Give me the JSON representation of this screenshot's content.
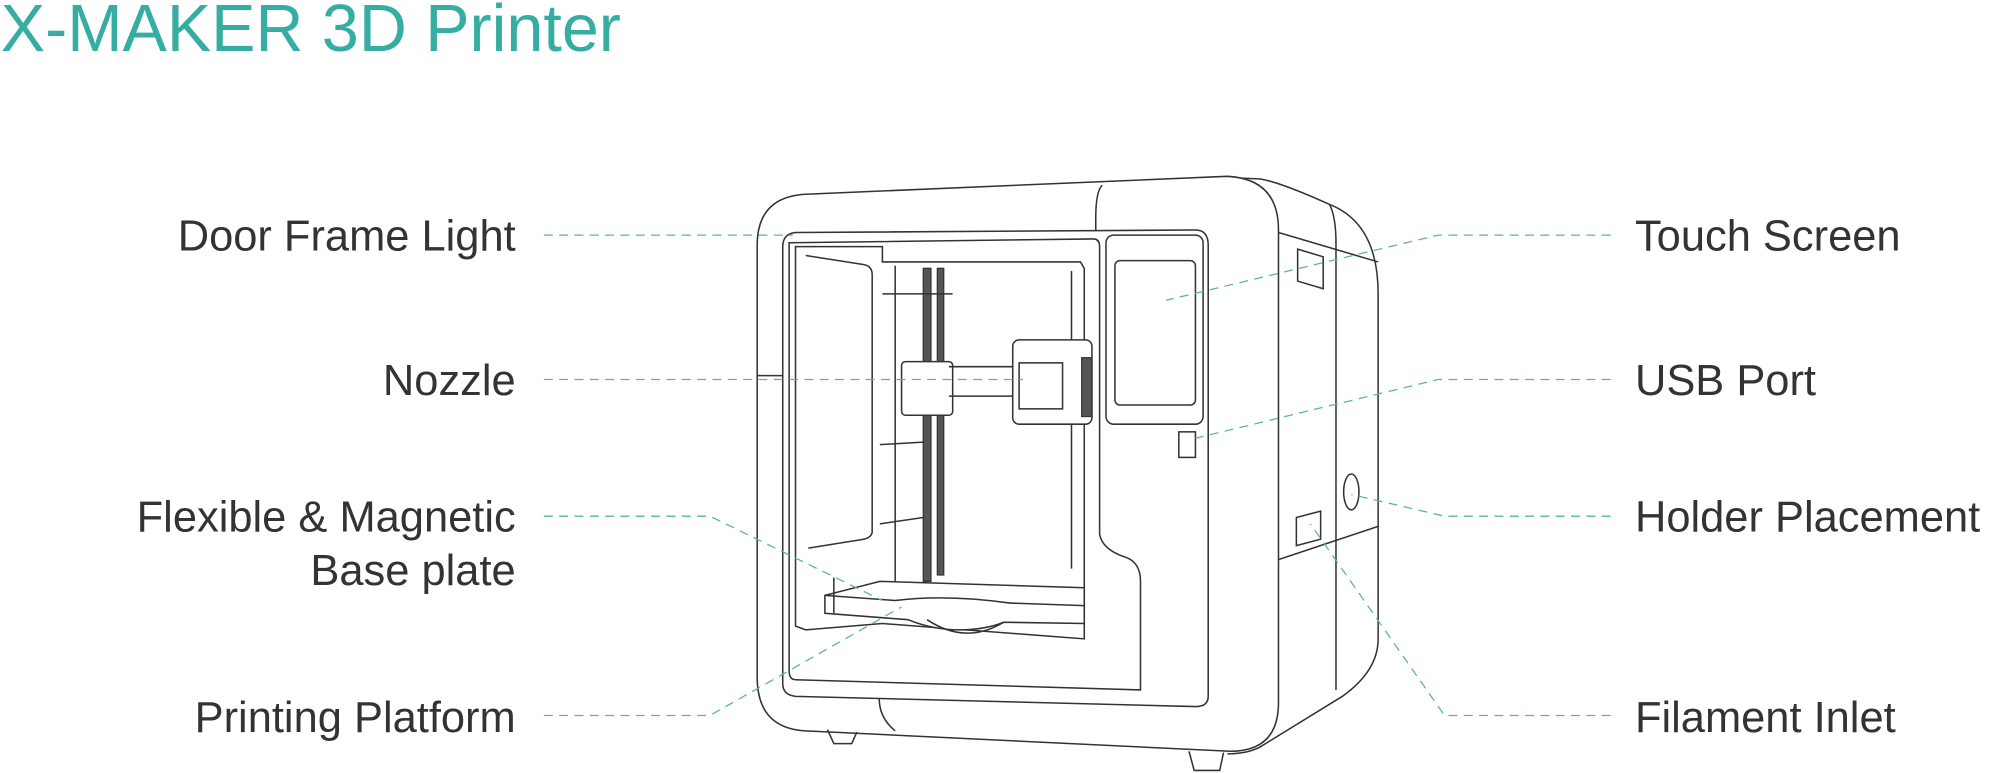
{
  "title": "X-MAKER 3D Printer",
  "labels": {
    "left": [
      "Door Frame Light",
      "Nozzle",
      "Flexible & Magnetic",
      "Base plate",
      "Printing Platform"
    ],
    "right": [
      "Touch Screen",
      "USB Port",
      "Holder Placement",
      "Filament Inlet"
    ]
  },
  "colors": {
    "accent": "#36ada3",
    "text": "#333333",
    "leader": "#5bb3a6"
  }
}
